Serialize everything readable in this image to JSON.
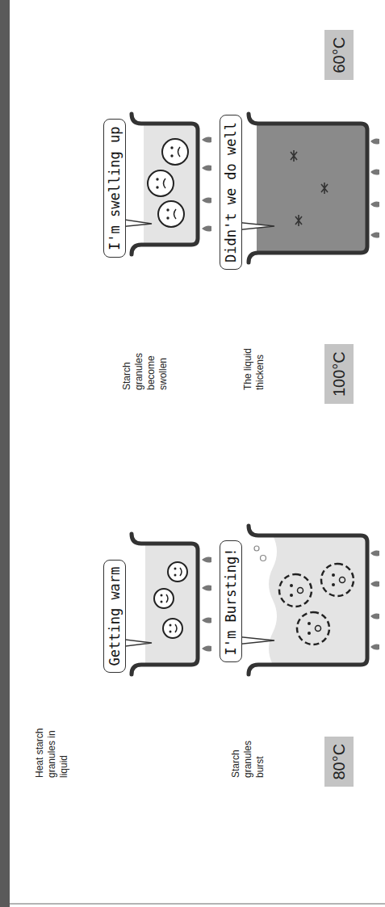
{
  "diagram": {
    "nodes": [
      {
        "text": [
          "Getting warm"
        ]
      },
      {
        "text": [
          "I'm swelling up"
        ]
      },
      {
        "text": [
          "80°C"
        ]
      },
      {
        "text": [
          "I'm Bursting!"
        ]
      },
      {
        "text": [
          "100°C"
        ]
      },
      {
        "text": [
          "Didn't we do well"
        ]
      },
      {
        "text": [
          "60°C"
        ]
      }
    ],
    "labels": [
      "Heat starch granules in liquid",
      "Starch granules become swollen",
      "Starch granules burst",
      "The liquid thickens"
    ]
  }
}
